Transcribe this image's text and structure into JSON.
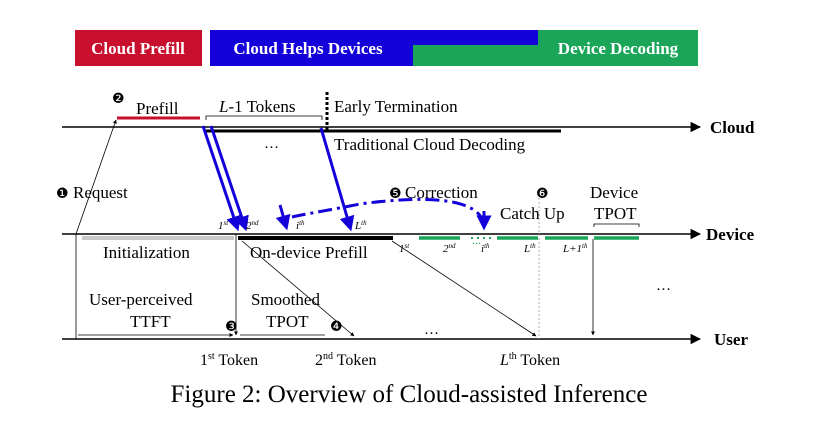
{
  "phases": {
    "cloud_prefill": "Cloud Prefill",
    "cloud_helps_devices": "Cloud Helps Devices",
    "device_decoding": "Device Decoding"
  },
  "timelines": {
    "cloud": "Cloud",
    "device": "Device",
    "user": "User"
  },
  "cloud_labels": {
    "step2_marker": "❷",
    "prefill": "Prefill",
    "l_minus_1_tokens_italic": "L",
    "l_minus_1_tokens_rest": "-1 Tokens",
    "early_termination": "Early Termination",
    "ellipsis": "…",
    "traditional_decoding": "Traditional Cloud Decoding"
  },
  "middle_labels": {
    "step1_marker": "❶",
    "request": "Request",
    "step5_marker": "❺",
    "correction": "Correction",
    "step6_marker": "❻",
    "catch_up": "Catch Up",
    "device_tpot_line1": "Device",
    "device_tpot_line2": "TPOT"
  },
  "device_labels": {
    "initialization": "Initialization",
    "on_device_prefill": "On-device Prefill",
    "arrival_1": "1",
    "arrival_1_sup": "st",
    "arrival_2": "2",
    "arrival_2_sup": "nd",
    "arrival_i": "i",
    "arrival_i_sup": "th",
    "arrival_L": "L",
    "arrival_L_sup": "th",
    "dec_1": "1",
    "dec_1_sup": "st",
    "dec_2": "2",
    "dec_2_sup": "nd",
    "dec_dots": "...",
    "dec_i": "i",
    "dec_i_sup": "th",
    "dec_L": "L",
    "dec_L_sup": "th",
    "dec_L1": "L+1",
    "dec_L1_sup": "th",
    "ellipsis": "…"
  },
  "user_labels": {
    "user_perceived": "User-perceived",
    "ttft": "TTFT",
    "smoothed": "Smoothed",
    "tpot": "TPOT",
    "step3_marker": "❸",
    "step4_marker": "❹",
    "ellipsis": "…",
    "token1": "1",
    "token1_sup": "st",
    "token1_word": " Token",
    "token2": "2",
    "token2_sup": "nd",
    "token2_word": " Token",
    "tokenL": "L",
    "tokenL_sup": "th",
    "tokenL_word": " Token"
  },
  "caption": "Figure 2: Overview of Cloud-assisted Inference",
  "colors": {
    "cloud_prefill": "#c8102e",
    "cloud_helps": "#1400d8",
    "device_decoding": "#1aa558",
    "init_bar": "#c8c8c8"
  }
}
